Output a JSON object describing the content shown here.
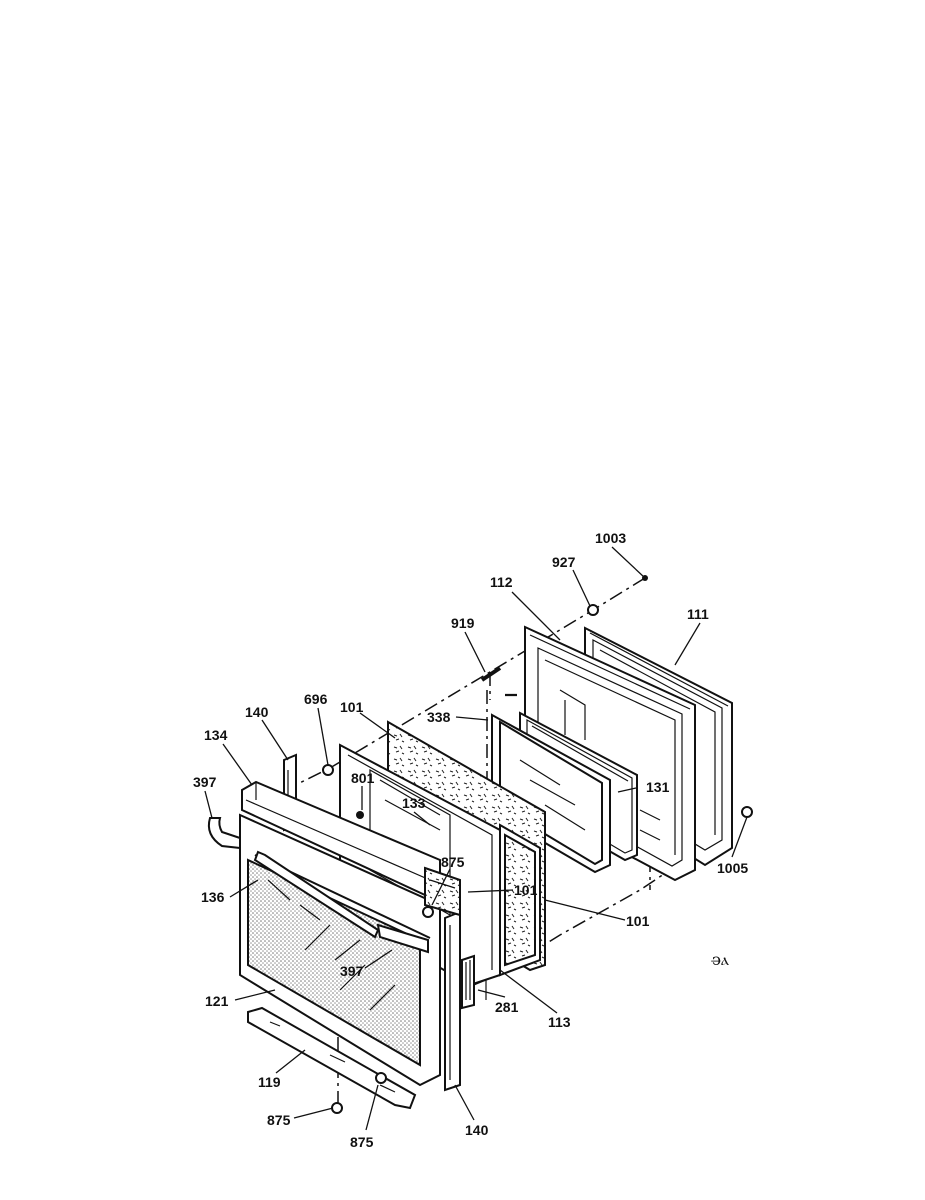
{
  "callouts": {
    "c1003": "1003",
    "c927": "927",
    "c112": "112",
    "c111": "111",
    "c919": "919",
    "c338": "338",
    "c140_top": "140",
    "c696": "696",
    "c101_top": "101",
    "c134": "134",
    "c801": "801",
    "c133": "133",
    "c131": "131",
    "c397_left": "397",
    "c875_mid": "875",
    "c1005": "1005",
    "c136": "136",
    "c101_mid": "101",
    "c101_right": "101",
    "c397_glass": "397",
    "c121": "121",
    "c113": "113",
    "c281": "281",
    "c119": "119",
    "c875_bl": "875",
    "c875_b": "875",
    "c140_bottom": "140"
  },
  "marks": {
    "corner_mark": "ↄ̶ⲁ"
  }
}
